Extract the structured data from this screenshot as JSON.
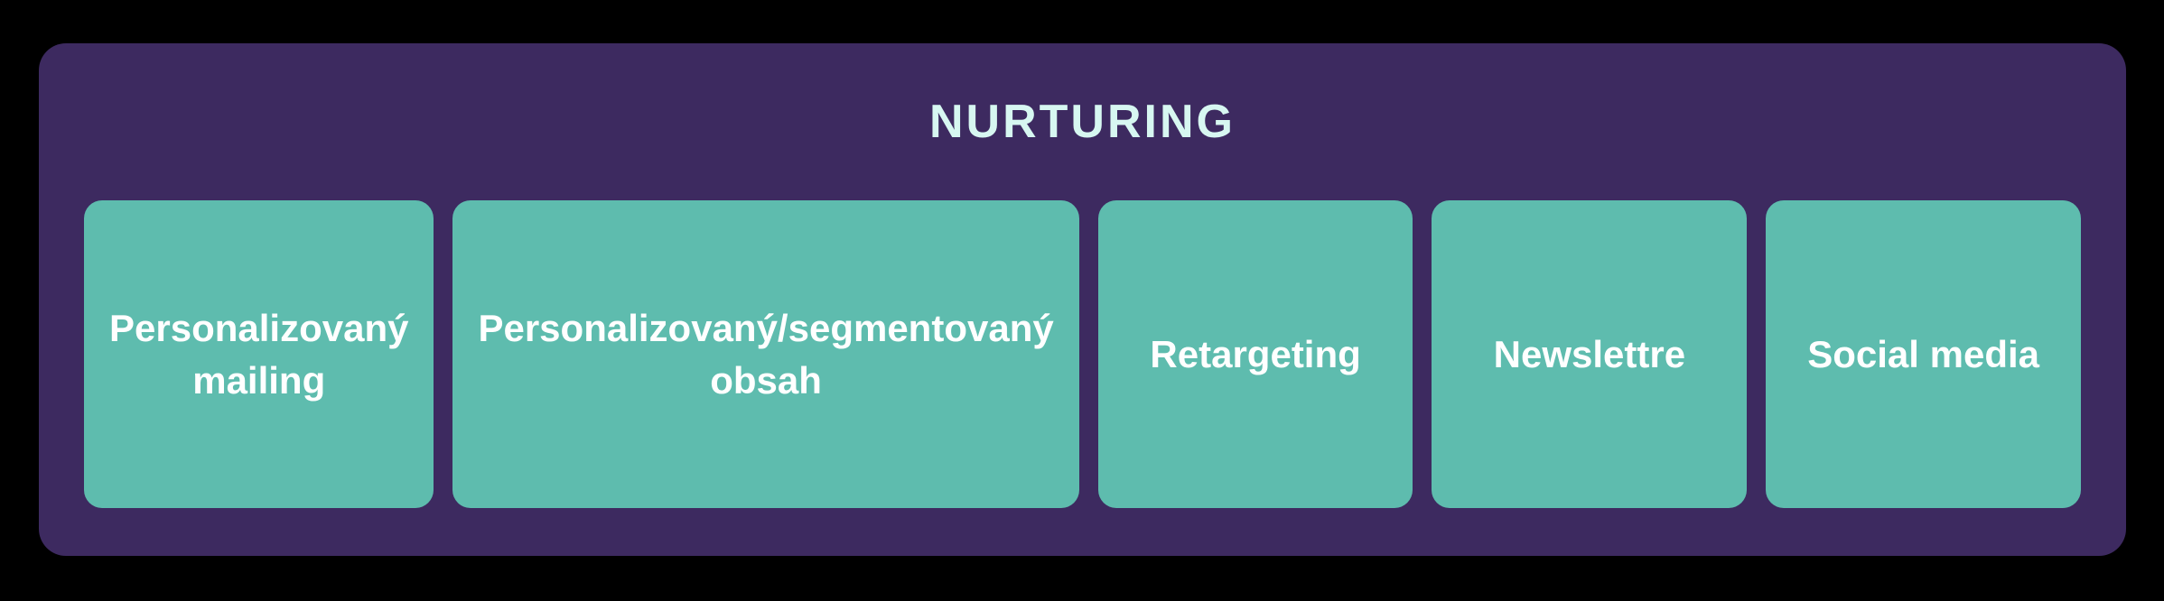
{
  "diagram": {
    "title": "NURTURING",
    "cards": [
      {
        "label": "Personalizovaný mailing"
      },
      {
        "label": "Personalizovaný/segmentovaný obsah"
      },
      {
        "label": "Retargeting"
      },
      {
        "label": "Newslettre"
      },
      {
        "label": "Social media"
      }
    ],
    "colors": {
      "background": "#000000",
      "panel": "#3d2a60",
      "card": "#5ebcae",
      "title_text": "#d7f7f1",
      "card_text": "#ffffff"
    }
  }
}
